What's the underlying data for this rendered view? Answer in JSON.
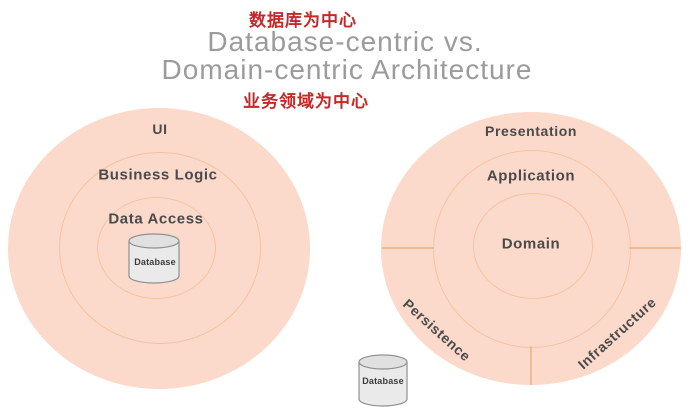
{
  "header": {
    "annotation_top": "数据库为中心",
    "title_line1": "Database-centric vs.",
    "title_line2": "Domain-centric Architecture",
    "annotation_bottom": "业务领域为中心"
  },
  "left_diagram": {
    "kind": "database-centric onion diagram",
    "ring_labels": {
      "outer": "UI",
      "middle": "Business Logic",
      "inner": "Data Access"
    },
    "cylinder_label": "Database",
    "cylinder_position": "center of innermost ring"
  },
  "right_diagram": {
    "kind": "domain-centric onion diagram",
    "ring_labels": {
      "outer": "Presentation",
      "middle": "Application",
      "inner": "Domain"
    },
    "sector_labels": {
      "bottom_left": "Persistence",
      "bottom_right": "Infrastructure"
    },
    "cylinder_label": "Database",
    "cylinder_position": "outside circle, bottom-left"
  },
  "colors": {
    "circle_fill": "#fcdacb",
    "ring_stroke": "#f6c3a2",
    "sector_divider": "#f0bb95",
    "layer_label_text": "#4a4a4a",
    "title_text": "#9b9b9b",
    "annotation_text": "#c62828",
    "cylinder_body_fill": "#eaeaea",
    "cylinder_top_fill": "#e0e0e0",
    "cylinder_stroke": "#909090",
    "cylinder_label_text": "#3c3c3c",
    "background": "#ffffff"
  }
}
